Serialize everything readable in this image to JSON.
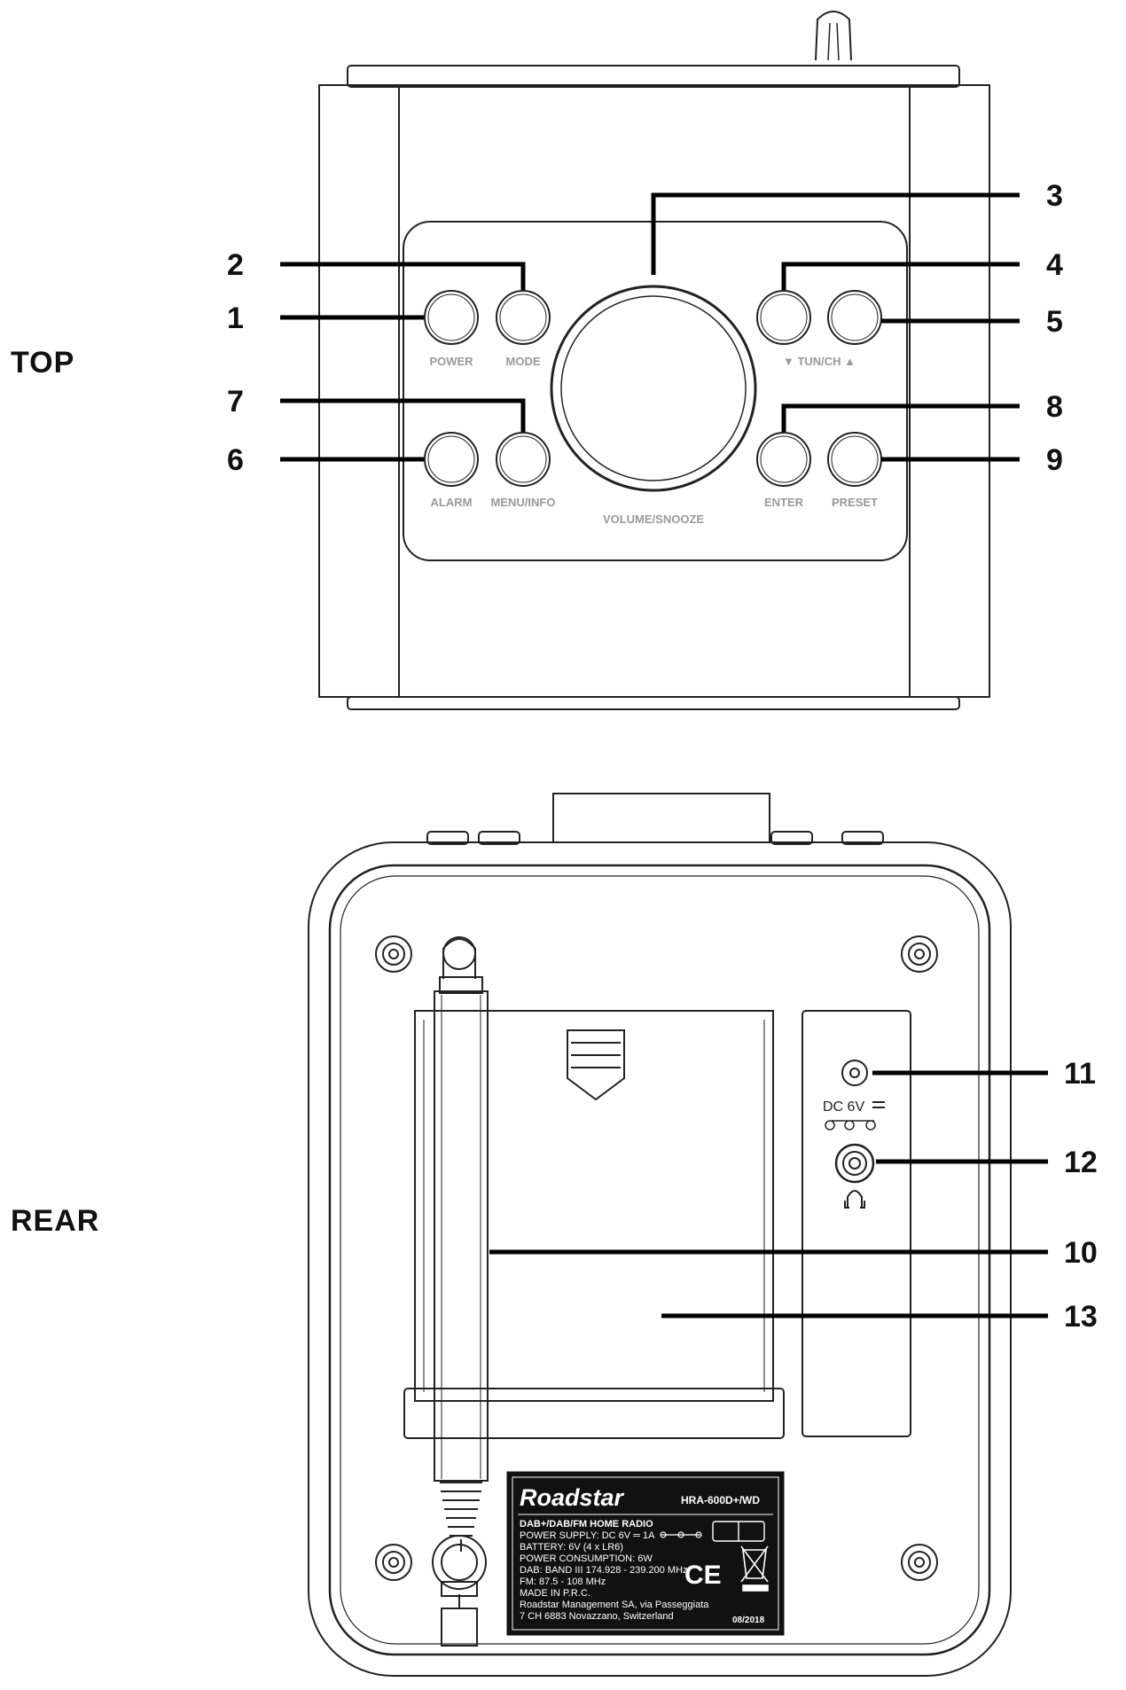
{
  "views": {
    "top": "TOP",
    "rear": "REAR"
  },
  "buttons": {
    "power": "POWER",
    "mode": "MODE",
    "tun_ch": "▼ TUN/CH ▲",
    "alarm": "ALARM",
    "menu_info": "MENU/INFO",
    "volume_snooze": "VOLUME/SNOOZE",
    "enter": "ENTER",
    "preset": "PRESET"
  },
  "callouts": {
    "c1": "1",
    "c2": "2",
    "c3": "3",
    "c4": "4",
    "c5": "5",
    "c6": "6",
    "c7": "7",
    "c8": "8",
    "c9": "9",
    "c10": "10",
    "c11": "11",
    "c12": "12",
    "c13": "13"
  },
  "rear_jacks": {
    "dc": "DC 6V"
  },
  "rating_plate": {
    "brand": "Roadstar",
    "model": "HRA-600D+/WD",
    "line1": "DAB+/DAB/FM HOME RADIO",
    "line2": "POWER SUPPLY: DC 6V ═ 1A",
    "line3": "BATTERY: 6V (4 x LR6)",
    "line4": "POWER CONSUMPTION: 6W",
    "line5": "DAB: BAND III 174.928 - 239.200 MHz",
    "line6": "FM: 87.5 - 108 MHz",
    "line7": "MADE IN P.R.C.",
    "line8": "Roadstar Management SA, via Passeggiata",
    "line9": "7 CH 6883 Novazzano, Switzerland",
    "date": "08/2018",
    "ce": "CE"
  }
}
